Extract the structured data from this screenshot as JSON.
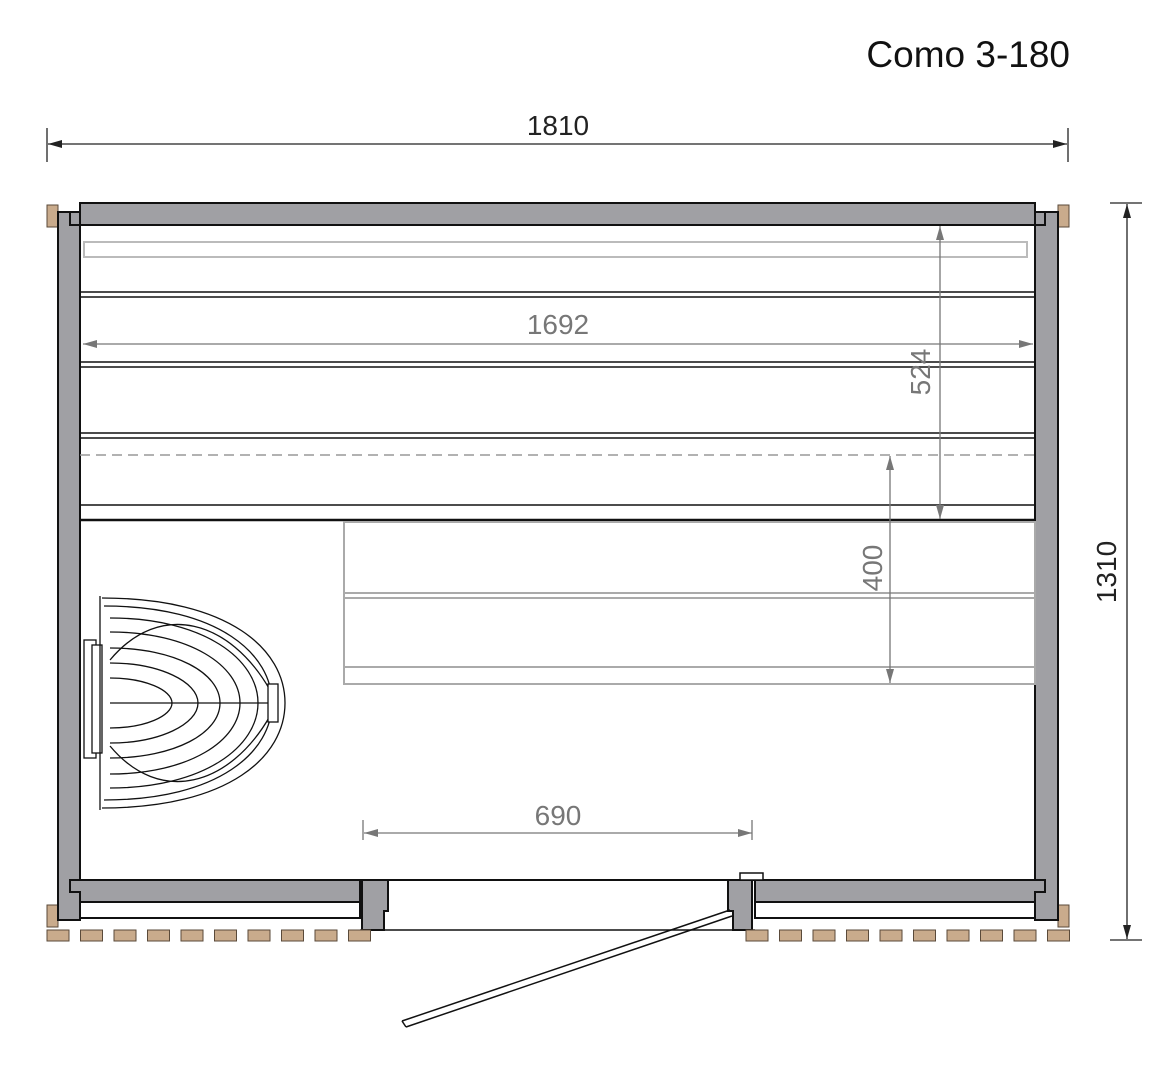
{
  "title": "Como 3-180",
  "dimensions": {
    "outer_width": "1810",
    "outer_depth": "1310",
    "bench_length": "1692",
    "upper_bench_depth": "524",
    "lower_bench_depth": "400",
    "door_width": "690"
  },
  "colors": {
    "wall": "#a0a0a4",
    "wood": "#c9ab8c",
    "line": "#111111",
    "dim_grey": "#777777"
  }
}
